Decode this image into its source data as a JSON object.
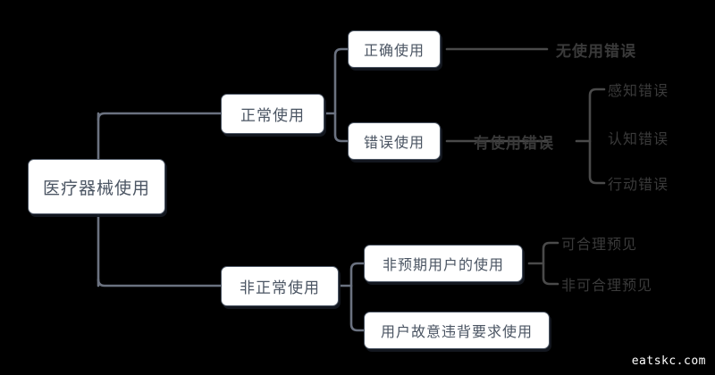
{
  "diagram": {
    "type": "mindmap-tree",
    "background_color": "#000000",
    "node_fill": "#ffffff",
    "node_border": "#4b5563",
    "node_text_color": "#4b5563",
    "leaf_text_color": "#3a3a3a",
    "connector_color_dark": "#6b7280",
    "connector_color_light": "#4a4a4a",
    "root": {
      "label": "医疗器械使用"
    },
    "level2": [
      {
        "label": "正常使用"
      },
      {
        "label": "非正常使用"
      }
    ],
    "level3": [
      {
        "label": "正确使用"
      },
      {
        "label": "错误使用"
      },
      {
        "label": "非预期用户的使用"
      },
      {
        "label": "用户故意违背要求使用"
      }
    ],
    "leaves": [
      {
        "label": "无使用错误"
      },
      {
        "label": "有使用错误"
      },
      {
        "label": "感知错误"
      },
      {
        "label": "认知错误"
      },
      {
        "label": "行动错误"
      },
      {
        "label": "可合理预见"
      },
      {
        "label": "非可合理预见"
      }
    ]
  },
  "watermark": {
    "text": "eatskc.com"
  }
}
